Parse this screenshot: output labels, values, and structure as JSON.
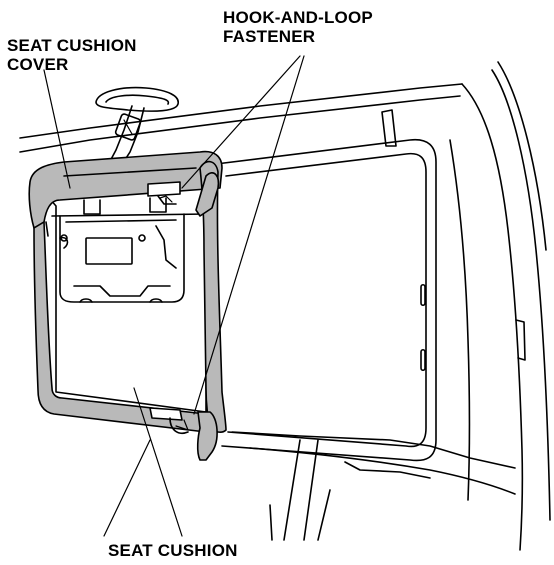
{
  "labels": {
    "seat_cushion_cover": {
      "line1": "SEAT CUSHION",
      "line2": "COVER"
    },
    "hook_and_loop_fastener": {
      "line1": "HOOK-AND-LOOP",
      "line2": "FASTENER"
    },
    "seat_cushion": "SEAT CUSHION"
  },
  "colors": {
    "line": "#000000",
    "cover_fill": "#b9b9b9",
    "background": "#ffffff"
  }
}
